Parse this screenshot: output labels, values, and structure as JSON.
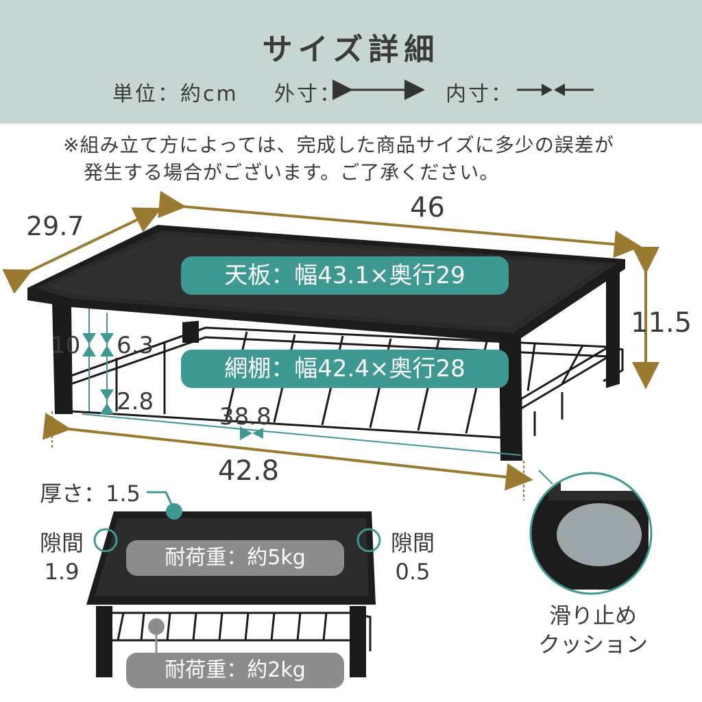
{
  "header": {
    "title": "サイズ詳細",
    "unit_label": "単位：約cm",
    "outer_label": "外寸：",
    "inner_label": "内寸："
  },
  "note": {
    "line1": "※組み立て方によっては、完成した商品サイズに多少の誤差が",
    "line2": "発生する場合がございます。ご了承ください。"
  },
  "dimensions": {
    "depth": "29.7",
    "width": "46",
    "height": "11.5",
    "gap_total": "10",
    "gap_upper": "6.3",
    "gap_lower": "2.8",
    "inner_width": "38.8",
    "outer_leg_width": "42.8"
  },
  "labels": {
    "top_board": "天板：幅43.1×奥行29",
    "wire_shelf": "網棚：幅42.4×奥行28",
    "thickness": "厚さ：1.5",
    "gap_left_title": "隙間",
    "gap_left_value": "1.9",
    "gap_right_title": "隙間",
    "gap_right_value": "0.5",
    "load_top": "耐荷重：約5kg",
    "load_shelf": "耐荷重：約2kg",
    "cushion_line1": "滑り止め",
    "cushion_line2": "クッション"
  },
  "colors": {
    "header_bg": "#c7d6d2",
    "teal": "#3d9992",
    "arrow_brown": "#9a7a2e",
    "gray_pill": "#8c8c8c"
  }
}
